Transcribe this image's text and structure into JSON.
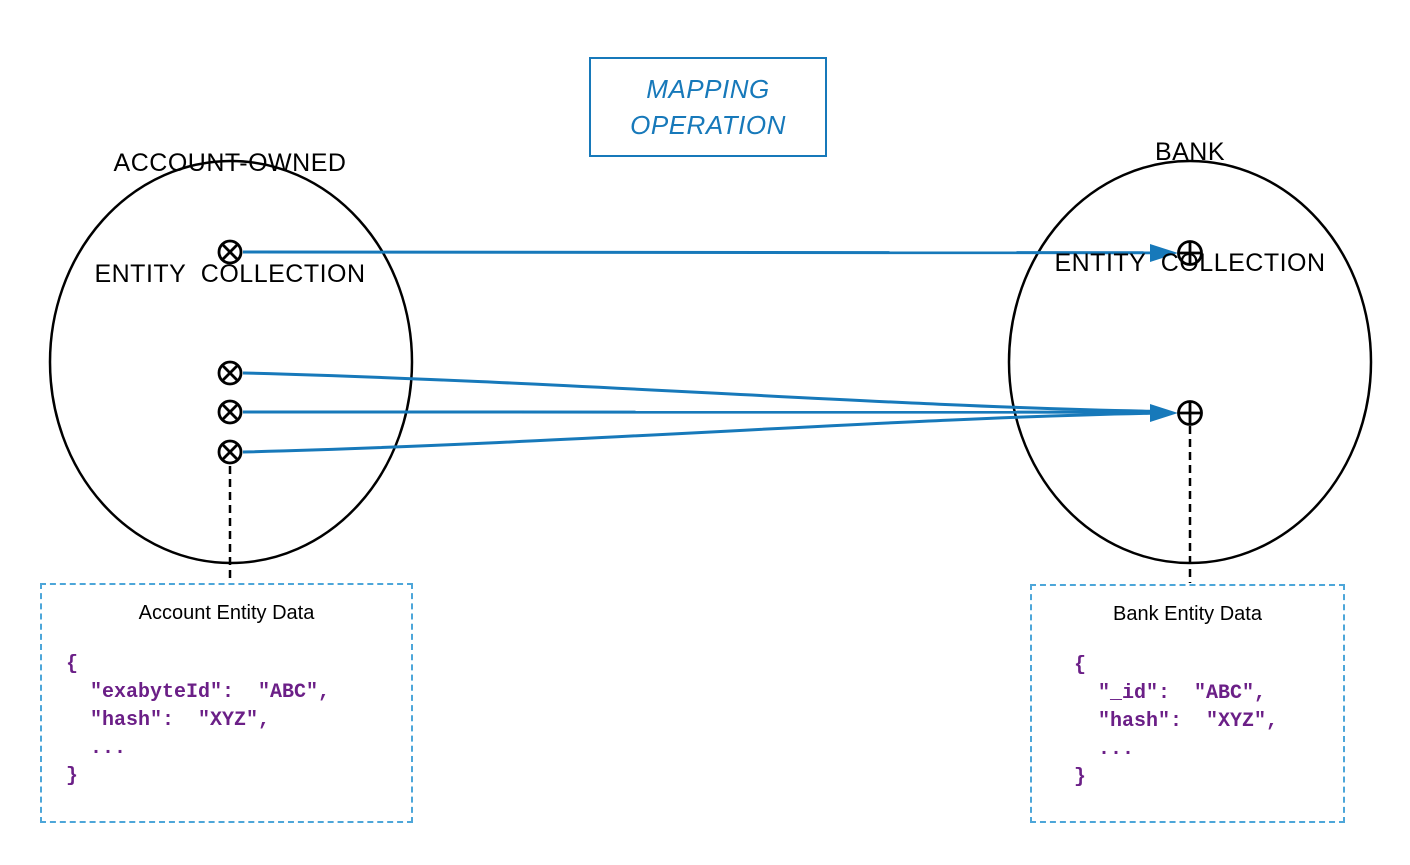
{
  "left_collection": {
    "title_line1": "ACCOUNT-OWNED",
    "title_line2": "ENTITY  COLLECTION",
    "point_count": 4,
    "point_symbol": "circled-x"
  },
  "mapping_box": {
    "line1": "MAPPING",
    "line2": "OPERATION"
  },
  "right_collection": {
    "title_line1": "BANK",
    "title_line2": "ENTITY  COLLECTION",
    "point_count": 2,
    "point_symbol": "circled-plus"
  },
  "account_data_box": {
    "title": "Account Entity Data",
    "code": "{\n  \"exabyteId\":  \"ABC\",\n  \"hash\":  \"XYZ\",\n  ...\n}"
  },
  "bank_data_box": {
    "title": "Bank Entity Data",
    "code": "{\n  \"_id\":  \"ABC\",\n  \"hash\":  \"XYZ\",\n  ...\n}"
  },
  "colors": {
    "arrow_blue": "#1779BA",
    "data_box_border_blue": "#4DA6D9",
    "code_purple": "#6B1F87",
    "diagram_black": "#000000"
  }
}
